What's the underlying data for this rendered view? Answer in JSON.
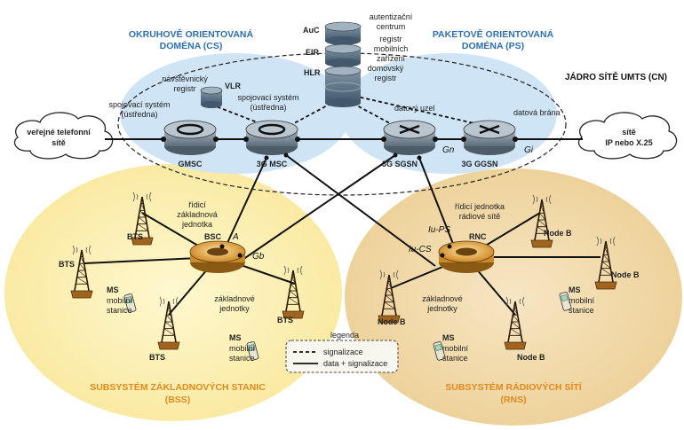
{
  "domains": {
    "cs": [
      "OKRUHOVĚ ORIENTOVANÁ",
      "DOMÉNA (CS)"
    ],
    "ps": [
      "PAKETOVĚ ORIENTOVANÁ",
      "DOMÉNA (PS)"
    ],
    "core": "JÁDRO SÍTĚ UMTS (CN)",
    "bss": [
      "SUBSYSTÉM ZÁKLADNOVÝCH STANIC",
      "(BSS)"
    ],
    "rns": [
      "SUBSYSTÉM RÁDIOVÝCH SÍTÍ",
      "(RNS)"
    ]
  },
  "databases": {
    "auc": "AuC",
    "eir": "EIR",
    "hlr": "HLR",
    "vlr": "VLR",
    "auc_desc": [
      "autentizační",
      "centrum"
    ],
    "eir_desc": [
      "registr",
      "mobilních",
      "zařízení"
    ],
    "hlr_desc": [
      "domovský",
      "registr"
    ],
    "vlr_desc": [
      "návštěvnický",
      "registr"
    ]
  },
  "nodes": {
    "gmsc": "GMSC",
    "msc": "3G MSC",
    "sgsn": "3G SGSN",
    "ggsn": "3G GGSN",
    "bsc": "BSC",
    "rnc": "RNC",
    "switch_desc_1": [
      "spojovací systém",
      "(ústředna)"
    ],
    "switch_desc_2": [
      "spojovací systém",
      "(ústředna)"
    ],
    "data_node": "datový uzel",
    "data_gateway": "datová brána",
    "bsc_desc": [
      "řídicí",
      "základnová",
      "jednotka"
    ],
    "rnc_desc": [
      "řídicí jednotka",
      "rádiové sítě"
    ],
    "bts_desc": [
      "základnové",
      "jednotky"
    ]
  },
  "clouds": {
    "pstn": [
      "veřejné telefonní",
      "sítě"
    ],
    "ip": [
      "sítě",
      "IP nebo X.25"
    ]
  },
  "interfaces": {
    "a": "A",
    "gb": "Gb",
    "iups": "Iu-PS",
    "iucs": "Iu-CS",
    "gn": "Gn",
    "gi": "Gi"
  },
  "stations": {
    "bts": "BTS",
    "nodeb": "Node B",
    "ms": "MS",
    "ms_desc": [
      "mobilní",
      "stanice"
    ]
  },
  "legend": {
    "title": "legenda",
    "signaling": "signalizace",
    "data": "data + signalizace"
  },
  "colors": {
    "cs_bg": "#cfe4f5",
    "ps_bg": "#cfe4f5",
    "bss_bg": "#fbeeb0",
    "rns_bg": "#f0d9aa",
    "router": "#7d8c99",
    "db": "#5a7182",
    "ring": "#e3a63b",
    "tower": "#8a5a1c"
  }
}
